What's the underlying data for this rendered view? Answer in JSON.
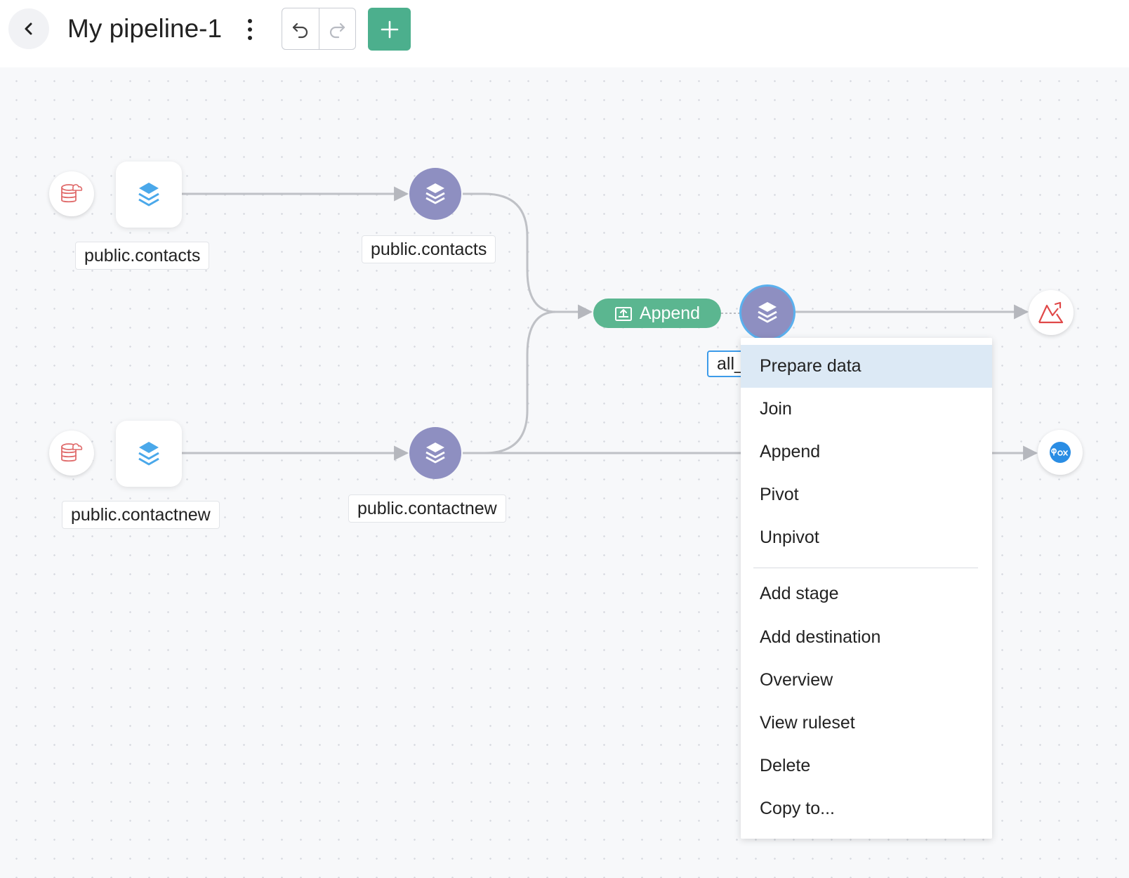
{
  "header": {
    "title": "My pipeline-1",
    "back_icon": "chevron-left-icon",
    "more_icon": "kebab-icon",
    "undo_icon": "undo-icon",
    "redo_icon": "redo-icon",
    "add_icon": "plus-icon"
  },
  "nodes": {
    "source1_label": "public.contacts",
    "stage1_label": "public.contacts",
    "source2_label": "public.contactnew",
    "stage2_label": "public.contactnew",
    "append_label": "Append",
    "output_name_value": "all_"
  },
  "context_menu": {
    "items": [
      "Prepare data",
      "Join",
      "Append",
      "Pivot",
      "Unpivot",
      "Add stage",
      "Add destination",
      "Overview",
      "View ruleset",
      "Delete",
      "Copy to..."
    ],
    "selected": "Prepare data"
  },
  "colors": {
    "accent_green": "#4caf8d",
    "stage_purple": "#8e8fc1",
    "selection_blue": "#3d9be9",
    "menu_highlight": "#dce9f5"
  }
}
